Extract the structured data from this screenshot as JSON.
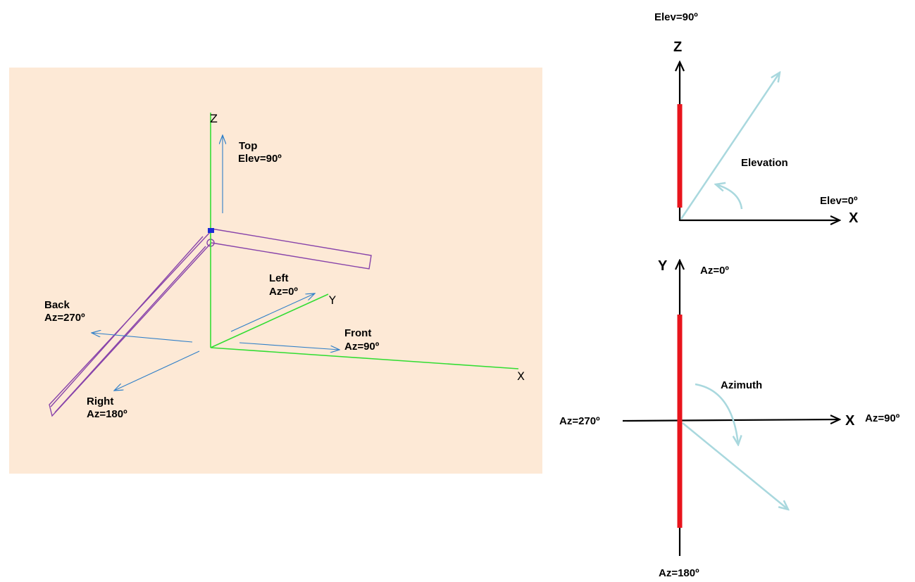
{
  "view3d": {
    "background": "#fde9d6",
    "axis_color": "#33dd33",
    "antenna_color": "#8844aa",
    "arrow_color": "#2f7fc8",
    "axis_labels": {
      "z": "Z",
      "y": "Y",
      "x": "X"
    },
    "directions": {
      "top": {
        "name": "Top",
        "angle": "Elev=90º"
      },
      "left": {
        "name": "Left",
        "angle": "Az=0º"
      },
      "back": {
        "name": "Back",
        "angle": "Az=270º"
      },
      "front": {
        "name": "Front",
        "angle": "Az=90º"
      },
      "right": {
        "name": "Right",
        "angle": "Az=180º"
      }
    }
  },
  "elevation_diagram": {
    "top_label": "Elev=90º",
    "z_label": "Z",
    "x_label": "X",
    "angle_label": "Elevation",
    "zero_label": "Elev=0º",
    "element_color": "#e8141c",
    "vector_color": "#a9d8de"
  },
  "azimuth_diagram": {
    "y_label": "Y",
    "x_label": "X",
    "az0": "Az=0º",
    "az90": "Az=90º",
    "az180": "Az=180º",
    "az270": "Az=270º",
    "angle_label": "Azimuth",
    "element_color": "#e8141c",
    "vector_color": "#a9d8de"
  }
}
